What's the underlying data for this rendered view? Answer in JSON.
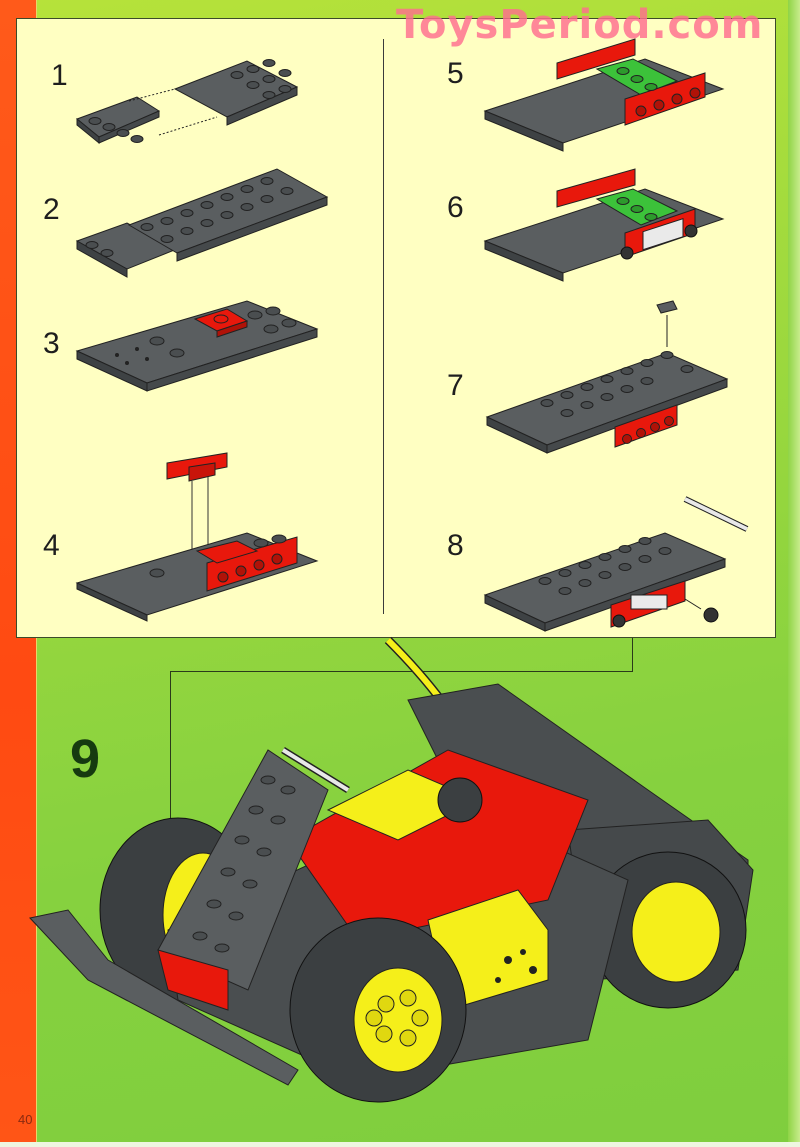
{
  "watermark": "ToysPeriod.com",
  "page_number": "40",
  "steps": [
    {
      "number": "1",
      "description": "hinge plate attaches to 4x6 hinge plate"
    },
    {
      "number": "2",
      "description": "large 6x10 plate added on top"
    },
    {
      "number": "3",
      "description": "red 2x2 plate added"
    },
    {
      "number": "4",
      "description": "red bracket with panel attached"
    },
    {
      "number": "5",
      "description": "green 2x4 tile on red bracket"
    },
    {
      "number": "6",
      "description": "axle with grille and wheels attached"
    },
    {
      "number": "7",
      "description": "clip plates added to chassis"
    },
    {
      "number": "8",
      "description": "bar with clips and wheel hub inserted"
    },
    {
      "number": "9",
      "description": "completed subassembly attached to vehicle"
    }
  ],
  "colors": {
    "panel_bg": "#ffffc2",
    "page_bg": "#9ed93e",
    "left_strip": "#ff5016",
    "brick_dark_gray": "#5a5e60",
    "brick_red": "#e8180c",
    "brick_green": "#3cc23a",
    "brick_yellow": "#f5ef1a",
    "watermark": "#ff6f8f"
  }
}
